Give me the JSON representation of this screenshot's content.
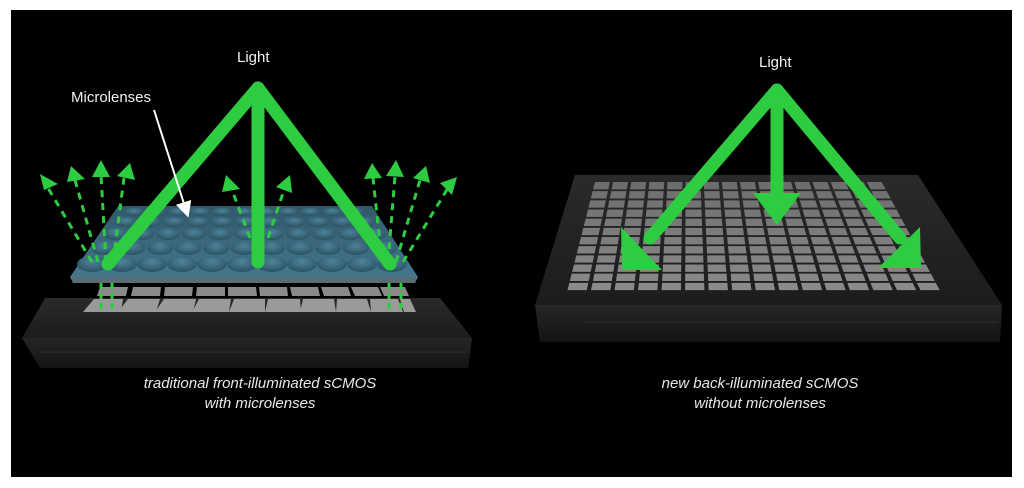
{
  "figure": {
    "background_color": "#000000",
    "light_color": "#2ecc40",
    "left_panel": {
      "light_label": "Light",
      "microlens_label": "Microlenses",
      "caption_line1": "traditional front-illuminated sCMOS",
      "caption_line2": "with microlenses",
      "microlens_color": "#3f6e85"
    },
    "right_panel": {
      "light_label": "Light",
      "caption_line1": "new back-illuminated sCMOS",
      "caption_line2": "without microlenses"
    }
  }
}
